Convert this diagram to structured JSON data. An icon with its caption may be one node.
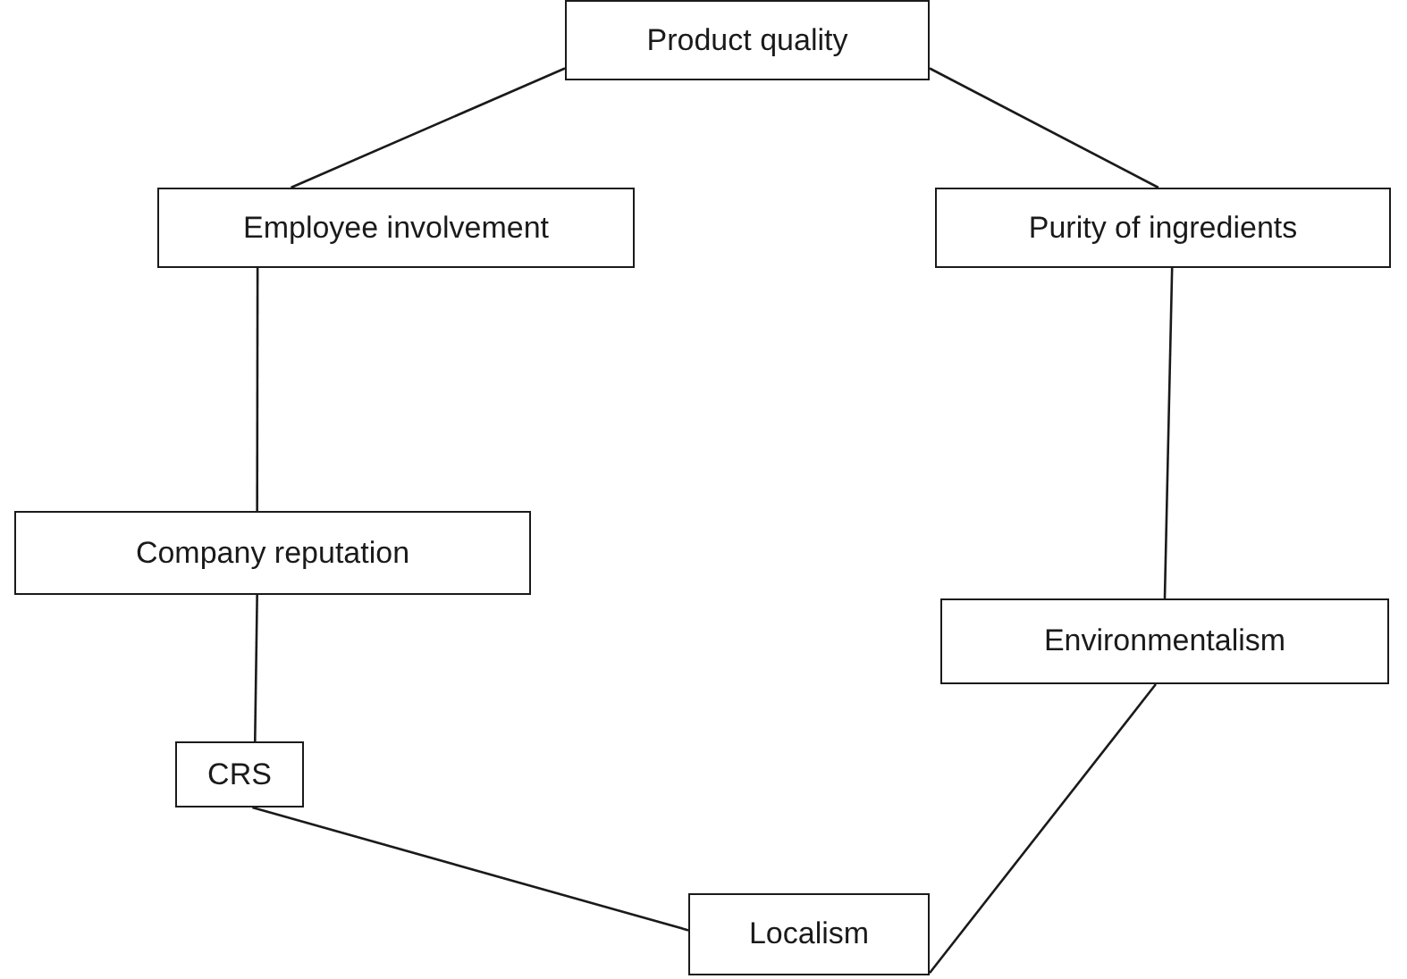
{
  "diagram": {
    "nodes": [
      {
        "text": [
          "Product quality"
        ]
      },
      {
        "text": [
          "Employee involvement"
        ]
      },
      {
        "text": [
          "Purity of ingredients"
        ]
      },
      {
        "text": [
          "Company reputation"
        ]
      },
      {
        "text": [
          "Environmentalism"
        ]
      },
      {
        "text": [
          "CRS"
        ]
      },
      {
        "text": [
          "Localism"
        ]
      }
    ],
    "edges": [
      {
        "from": 0,
        "to": 1,
        "arrow": "none"
      },
      {
        "from": 0,
        "to": 2,
        "arrow": "none"
      },
      {
        "from": 1,
        "to": 3,
        "arrow": "none"
      },
      {
        "from": 2,
        "to": 4,
        "arrow": "none"
      },
      {
        "from": 3,
        "to": 5,
        "arrow": "none"
      },
      {
        "from": 5,
        "to": 6,
        "arrow": "none"
      },
      {
        "from": 4,
        "to": 6,
        "arrow": "none"
      }
    ]
  }
}
